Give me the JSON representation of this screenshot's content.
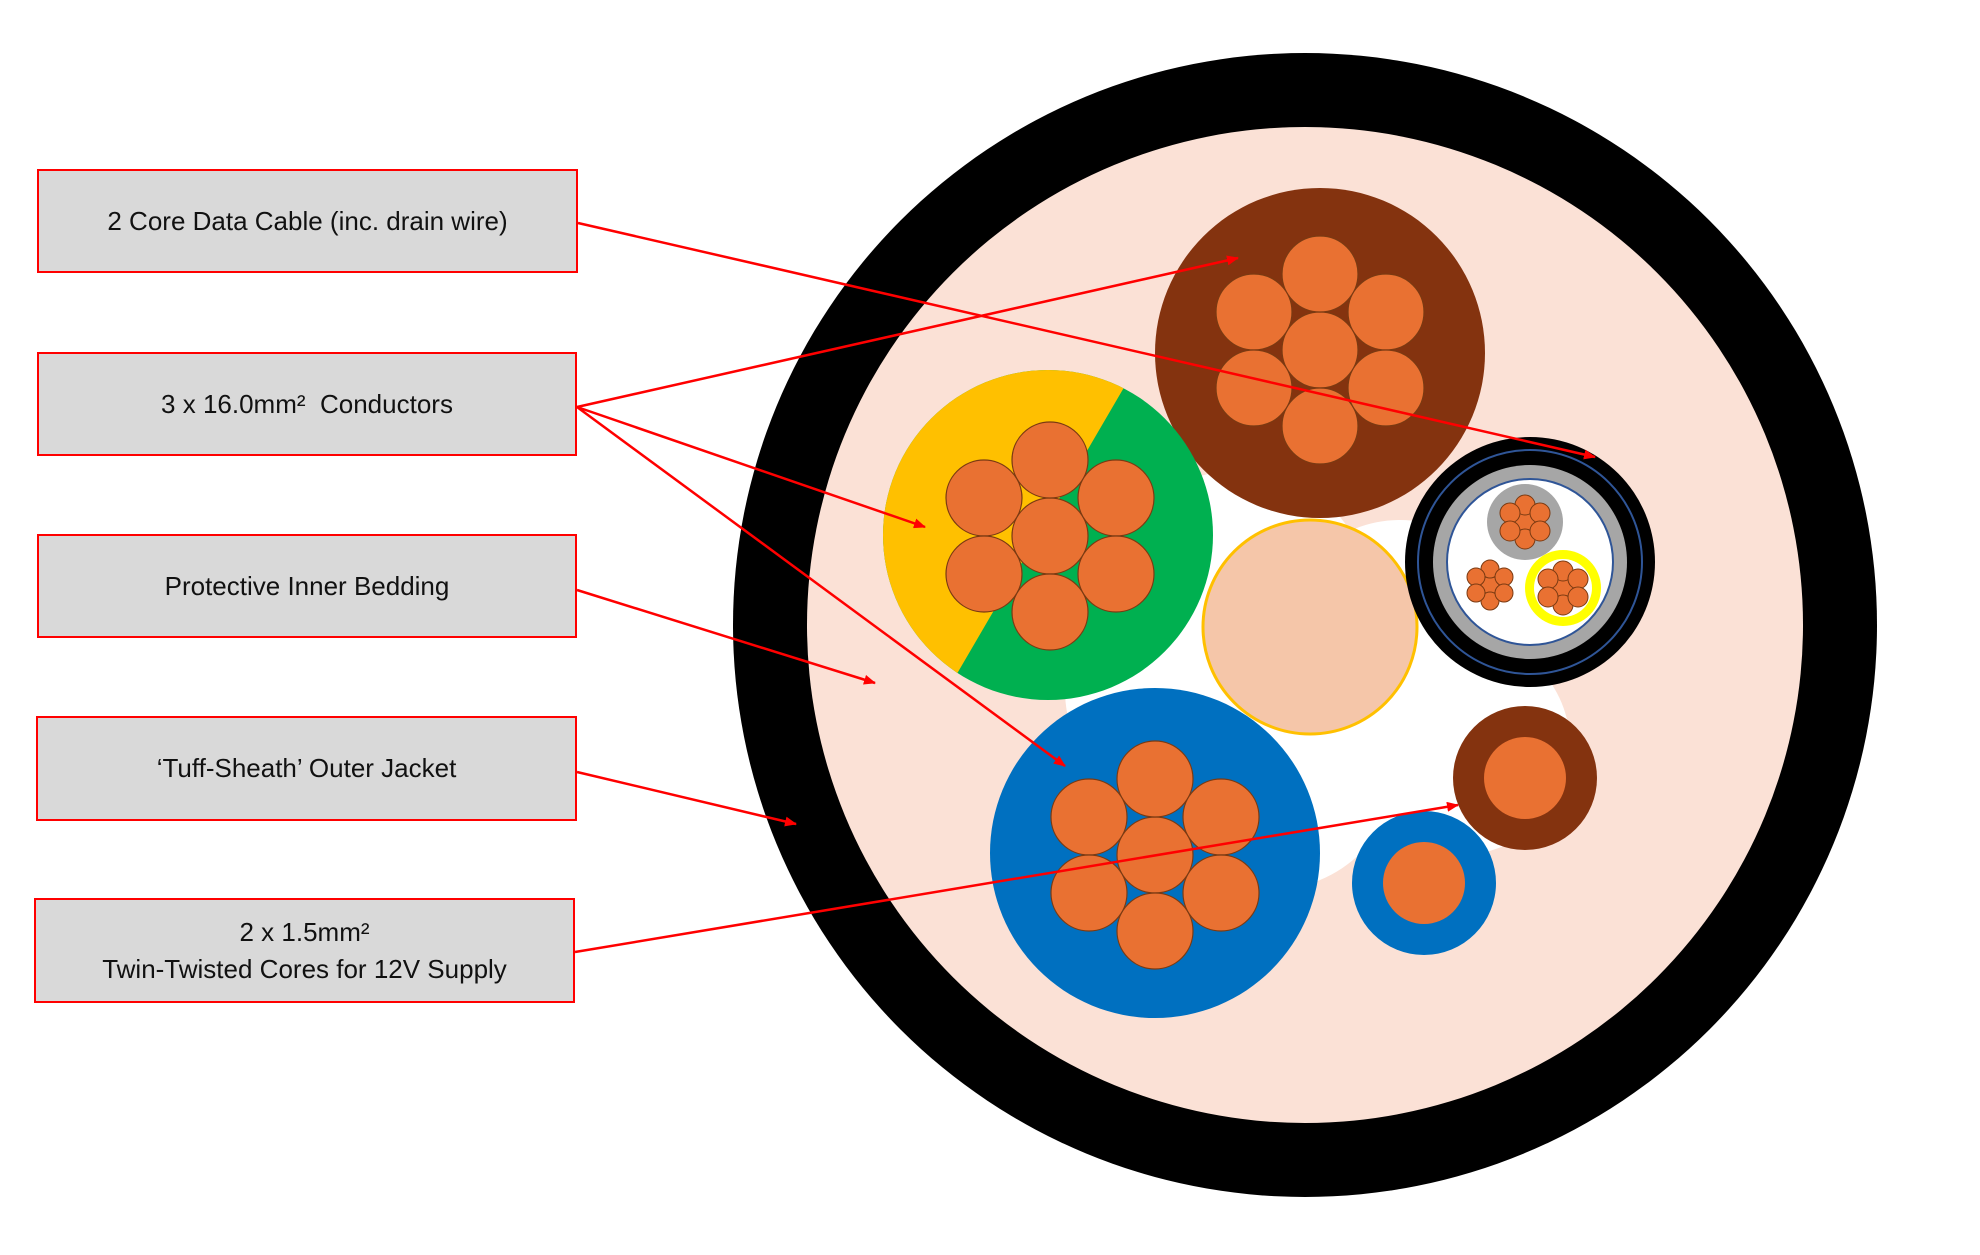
{
  "labels": {
    "data_cable": "2 Core Data Cable (inc. drain wire)",
    "conductors": "3 x 16.0mm²  Conductors",
    "inner_bedding": "Protective Inner Bedding",
    "outer_jacket": "‘Tuff-Sheath’ Outer Jacket",
    "supply_line1": "2 x 1.5mm²",
    "supply_line2": "Twin-Twisted Cores for 12V Supply"
  },
  "colors": {
    "outer_jacket": "#000000",
    "inner_bedding": "#fbe1d6",
    "conductor_brown": "#84330f",
    "conductor_yellow": "#ffc000",
    "conductor_green": "#00b050",
    "conductor_blue": "#0070c0",
    "copper": "#e97132",
    "filler": "#f5c6a9",
    "filler_border": "#ffc000",
    "data_cable_sheath": "#000000",
    "data_cable_screen": "#a6a6a6",
    "data_core_yellow": "#ffff00",
    "label_fill": "#d9d9d9",
    "label_border": "#ff0000",
    "leader_line": "#ff0000"
  }
}
